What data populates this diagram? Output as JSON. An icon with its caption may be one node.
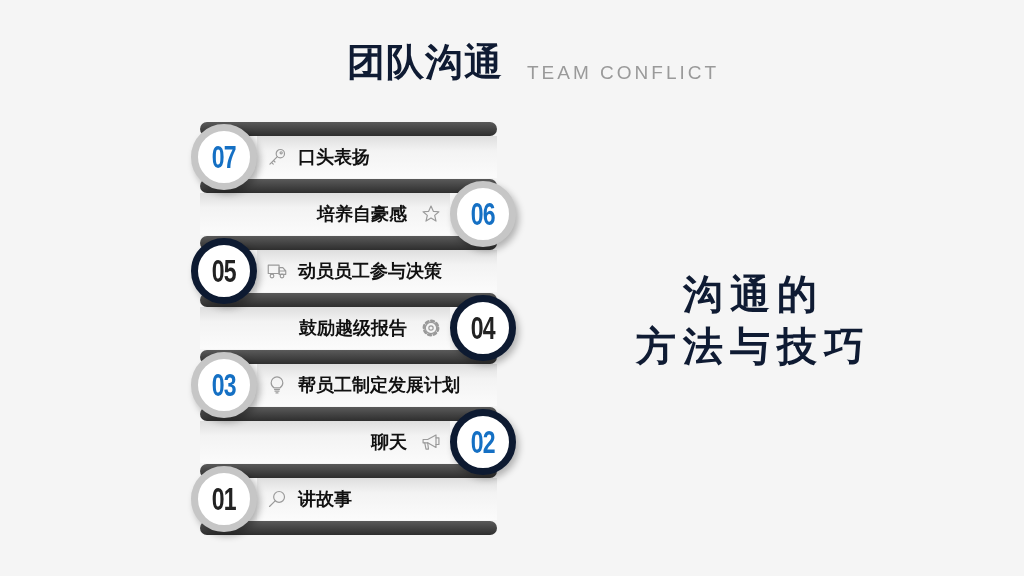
{
  "diagram": {
    "title": "团队沟通",
    "nodes": [
      {
        "text": [
          "07"
        ]
      },
      {
        "text": [
          "口头表扬"
        ]
      },
      {
        "text": [
          "培养自豪感"
        ]
      },
      {
        "text": [
          "06"
        ]
      },
      {
        "text": [
          "05"
        ]
      },
      {
        "text": [
          "动员员工参与决策"
        ]
      },
      {
        "text": [
          "鼓励越级报告"
        ]
      },
      {
        "text": [
          "04"
        ]
      },
      {
        "text": [
          "03"
        ]
      },
      {
        "text": [
          "帮员工制定发展计划"
        ]
      },
      {
        "text": [
          "聊天"
        ]
      },
      {
        "text": [
          "02"
        ]
      },
      {
        "text": [
          "01"
        ]
      },
      {
        "text": [
          "讲故事"
        ]
      }
    ],
    "labels": [
      "TEAM CONFLICT",
      "沟通的方法与技巧"
    ]
  }
}
